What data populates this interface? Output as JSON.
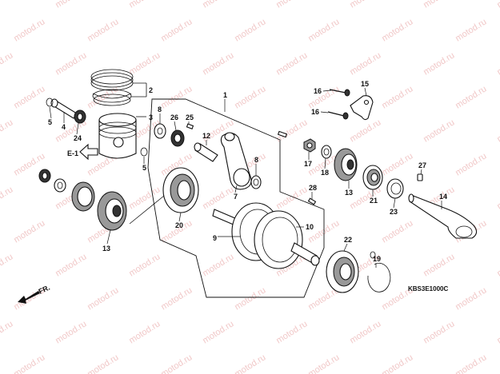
{
  "watermark": "motod.ru",
  "diagram_code": "KBS3E1000C",
  "ref_label": "E-1",
  "direction_label": "FR.",
  "callouts": {
    "c1": "1",
    "c2": "2",
    "c3": "3",
    "c4": "4",
    "c5a": "5",
    "c5b": "5",
    "c7": "7",
    "c8a": "8",
    "c8b": "8",
    "c9": "9",
    "c10": "10",
    "c12": "12",
    "c13a": "13",
    "c13b": "13",
    "c14": "14",
    "c15": "15",
    "c16a": "16",
    "c16b": "16",
    "c17": "17",
    "c18": "18",
    "c19": "19",
    "c20": "20",
    "c21": "21",
    "c22": "22",
    "c23": "23",
    "c24": "24",
    "c25": "25",
    "c26": "26",
    "c27": "27",
    "c28": "28"
  }
}
